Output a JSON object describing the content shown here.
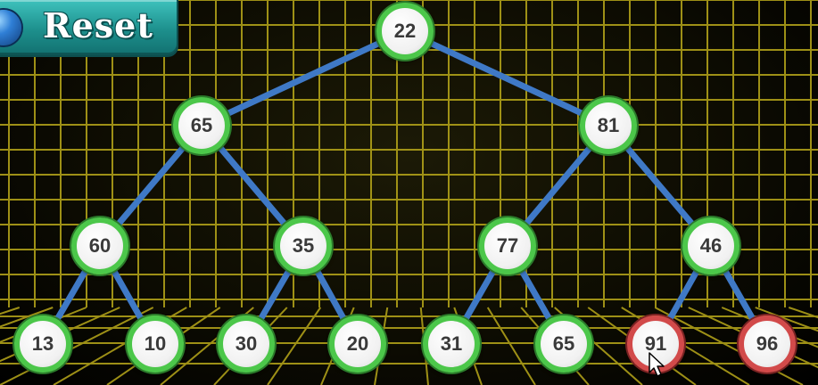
{
  "reset_label": "Reset",
  "colors": {
    "grid": "#b8a81a",
    "edge": "#3f79c6",
    "node_ring": "#4cc74a",
    "node_ring_highlight": "#d24a4a",
    "button": "#23a4a0"
  },
  "icons": {
    "reset_orb": "blue-orb-icon",
    "cursor": "mouse-pointer-icon"
  },
  "tree": {
    "nodes": [
      {
        "value": "22",
        "ring": "green"
      },
      {
        "value": "65",
        "ring": "green"
      },
      {
        "value": "81",
        "ring": "green"
      },
      {
        "value": "60",
        "ring": "green"
      },
      {
        "value": "35",
        "ring": "green"
      },
      {
        "value": "77",
        "ring": "green"
      },
      {
        "value": "46",
        "ring": "green"
      },
      {
        "value": "13",
        "ring": "green"
      },
      {
        "value": "10",
        "ring": "green"
      },
      {
        "value": "30",
        "ring": "green"
      },
      {
        "value": "20",
        "ring": "green"
      },
      {
        "value": "31",
        "ring": "green"
      },
      {
        "value": "65",
        "ring": "green"
      },
      {
        "value": "91",
        "ring": "red"
      },
      {
        "value": "96",
        "ring": "red"
      }
    ]
  }
}
